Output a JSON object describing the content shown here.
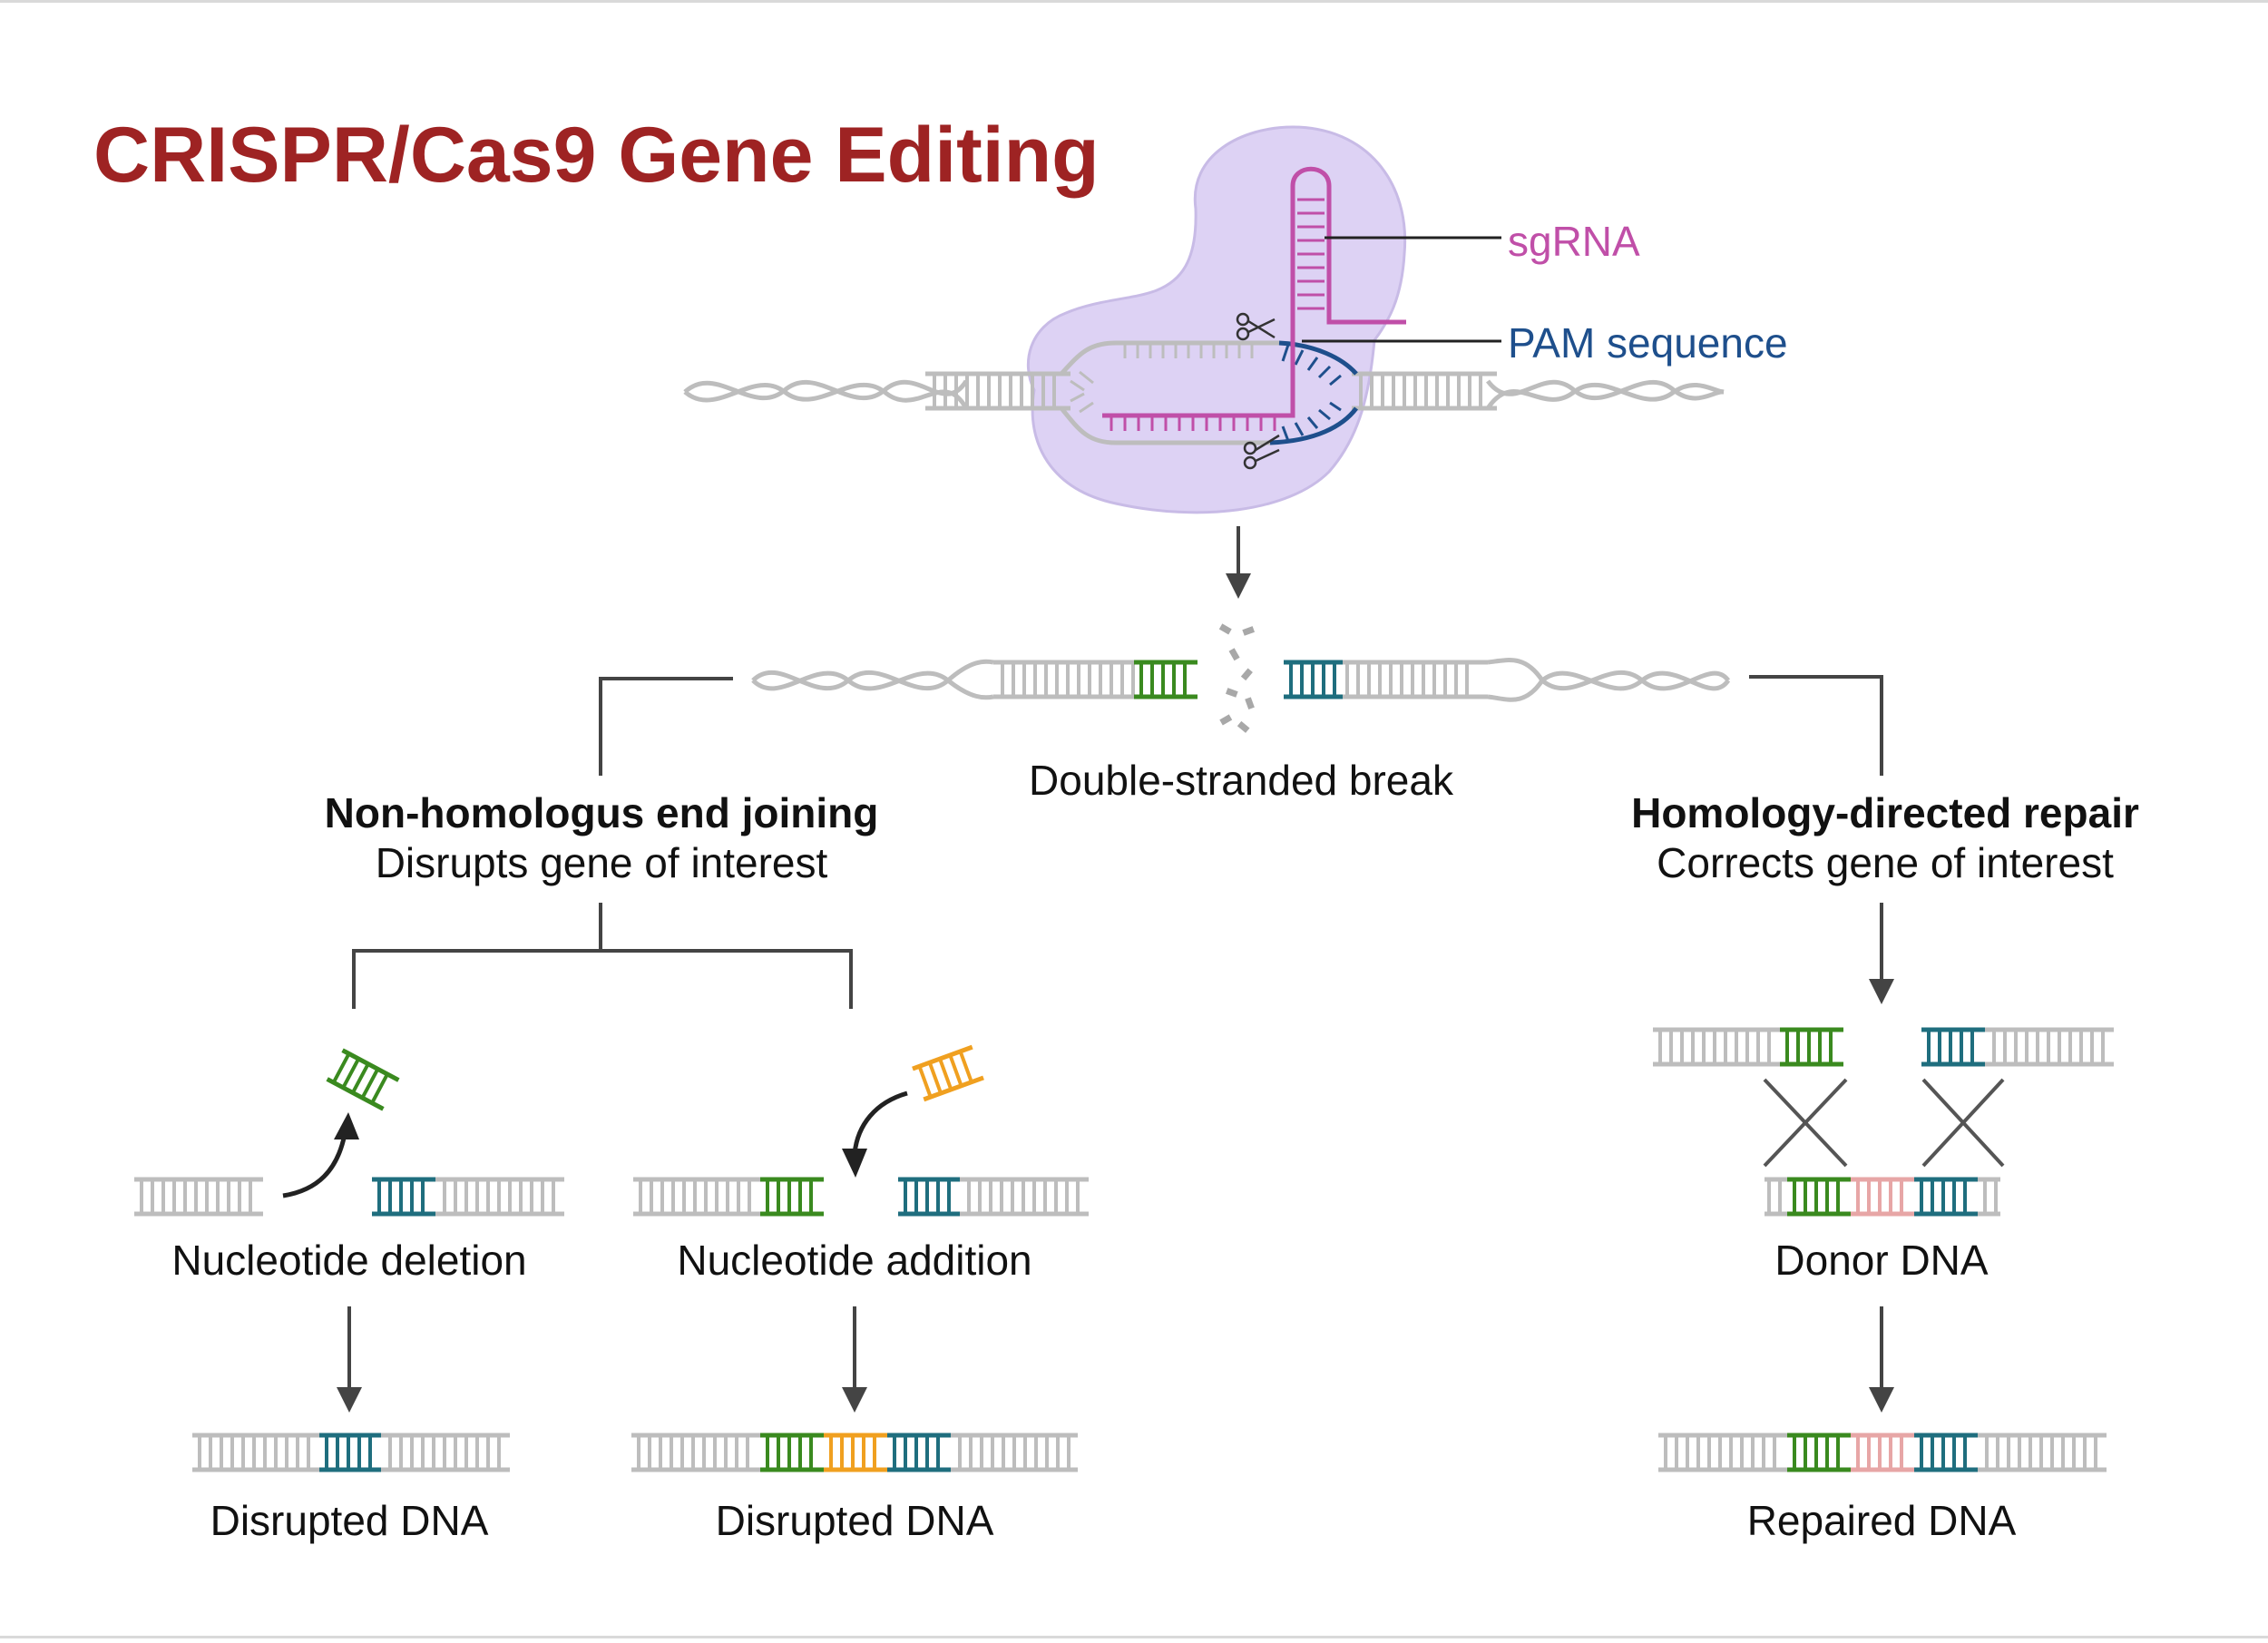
{
  "title": "CRISPR/Cas9 Gene Editing",
  "labels": {
    "sgrna": "sgRNA",
    "pam": "PAM sequence",
    "dsb": "Double-stranded break",
    "nhej_title": "Non-homologus end joining",
    "nhej_sub": "Disrupts gene of interest",
    "hdr_title": "Homology-directed repair",
    "hdr_sub": "Corrects gene of interest",
    "deletion": "Nucleotide deletion",
    "addition": "Nucleotide addition",
    "donor": "Donor DNA",
    "disrupted_1": "Disrupted DNA",
    "disrupted_2": "Disrupted DNA",
    "repaired": "Repaired DNA"
  },
  "colors": {
    "title": "#9e2323",
    "sgrna": "#c04fa8",
    "pam": "#1e4f8c",
    "cas9": "#ddd2f4",
    "dna_gray": "#bdbdbd",
    "green": "#3a8a1f",
    "teal": "#1f6e7e",
    "orange": "#f0a020",
    "pink": "#e7a6a6",
    "arrow": "#444444"
  },
  "icons": [
    "scissors-icon",
    "dna-helix-icon",
    "cas9-protein-icon",
    "crossover-icon"
  ]
}
